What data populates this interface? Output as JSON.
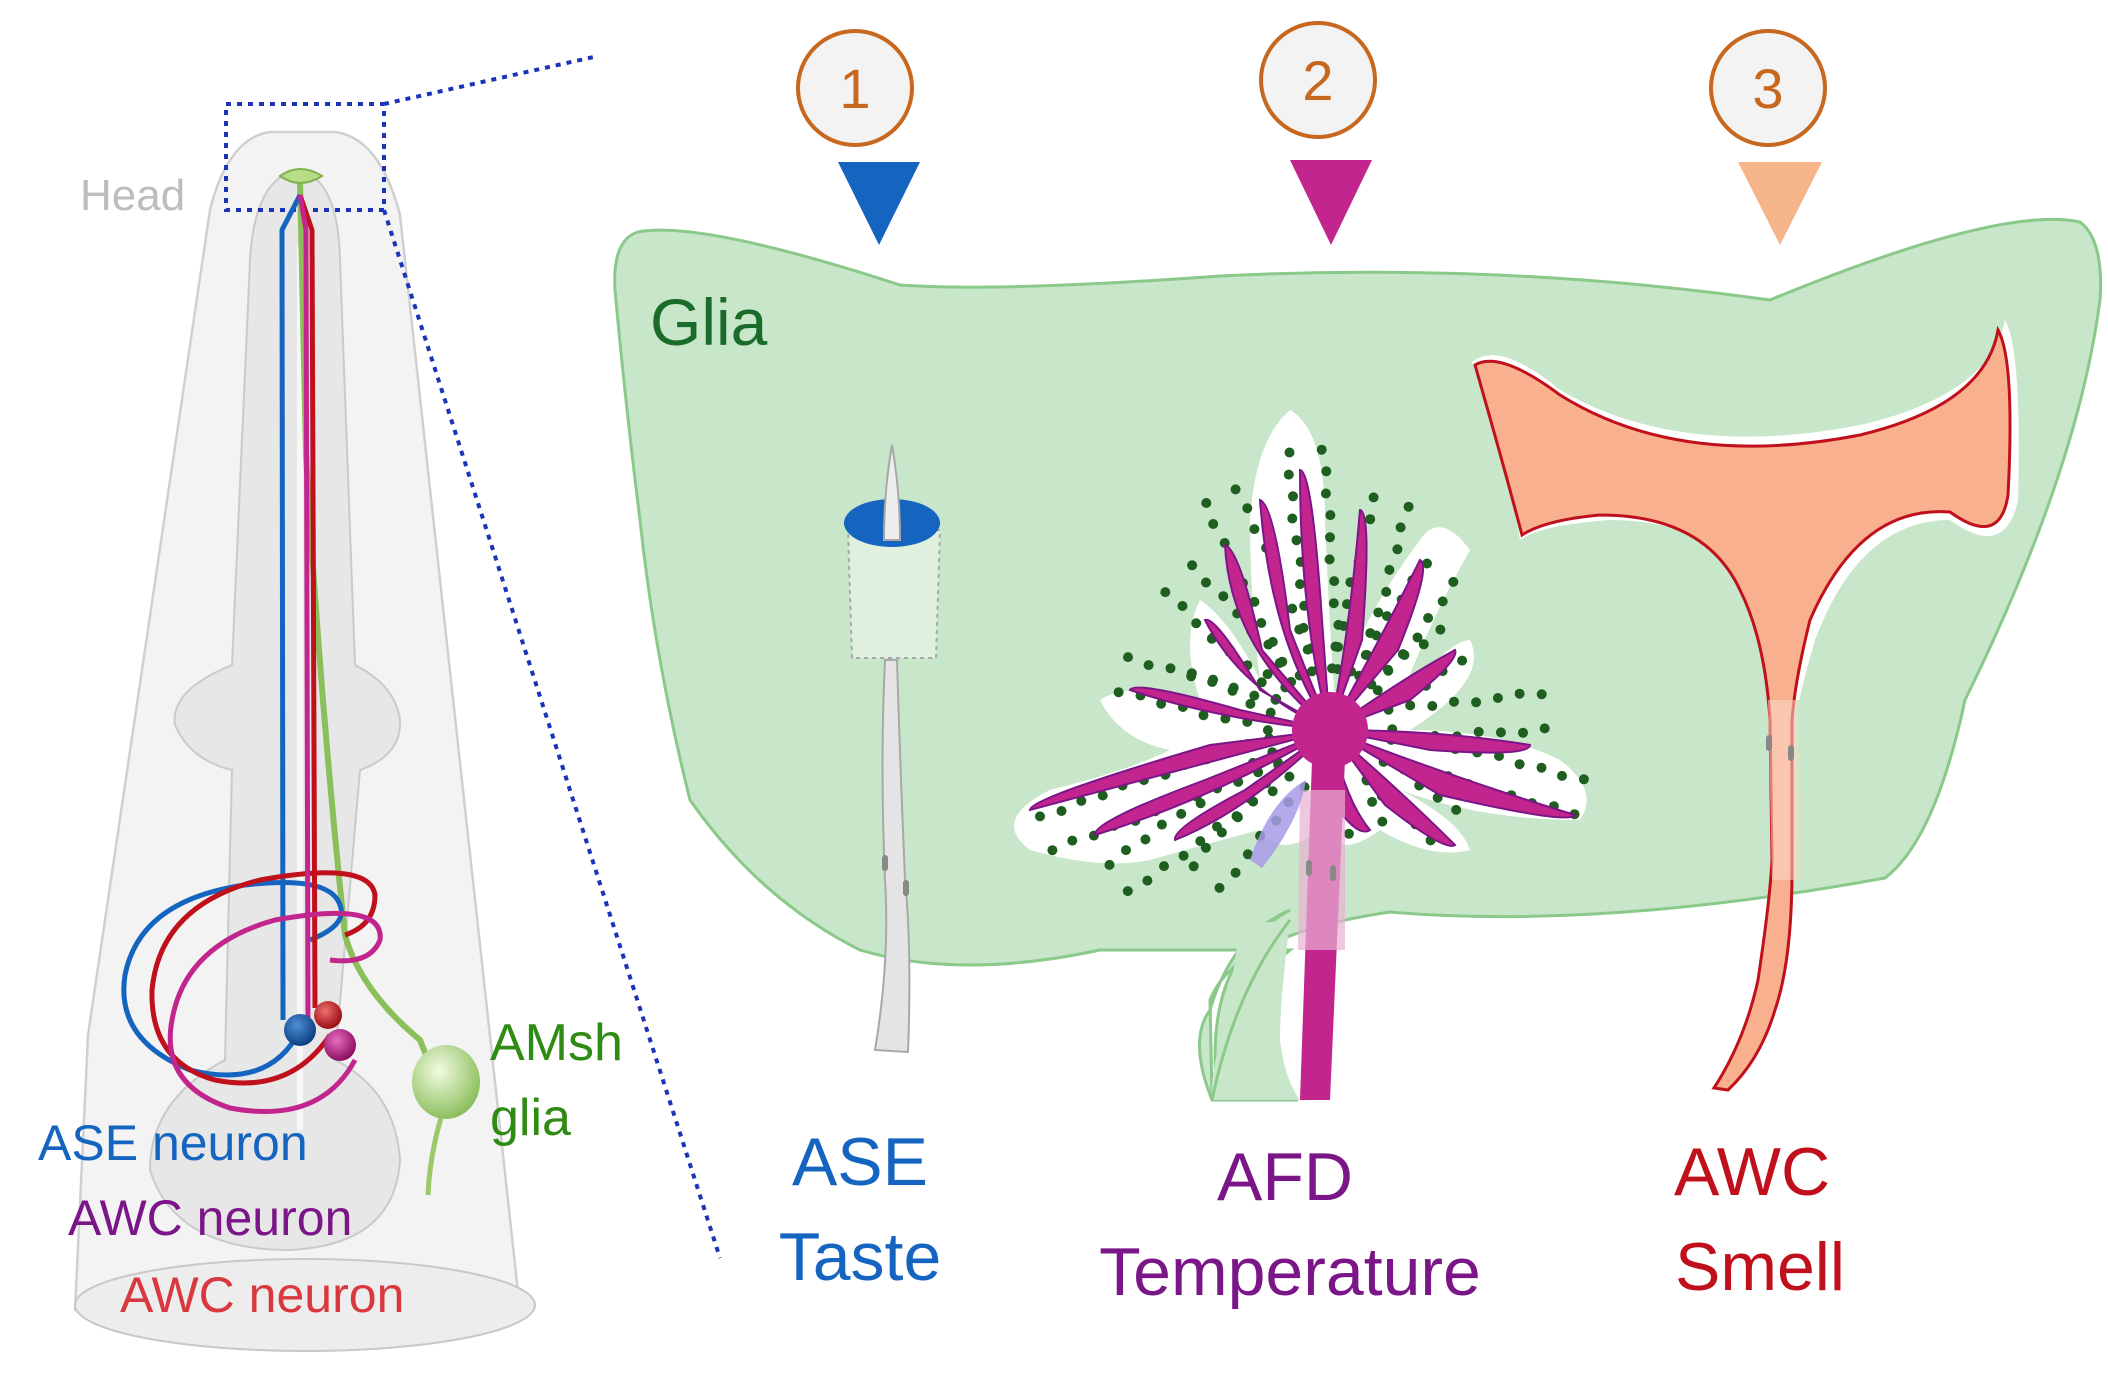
{
  "colors": {
    "ase": "#1565C0",
    "afd": "#C2268E",
    "awc_red": "#C0101C",
    "awc_purple": "#7B1688",
    "glia_fill": "#C8E6C9",
    "glia_stroke": "#8BC98A",
    "glia_text": "#1B6B2A",
    "amsh_text": "#2E8B14",
    "head_label": "#BDBDBD",
    "badge_ring": "#C8671E",
    "awc_fill": "#F9B08E",
    "triangle_3": "#F6B48A",
    "dots": "#1E5E1E",
    "dotted_line": "#1A33B8"
  },
  "left_panel": {
    "head_label": "Head",
    "amsh_label_line1": "AMsh",
    "amsh_label_line2": "glia",
    "ase_label": "ASE neuron",
    "awc_label_purple": "AWC neuron",
    "awc_label_red": "AWC neuron"
  },
  "right_panel": {
    "glia_label": "Glia",
    "badges": [
      "1",
      "2",
      "3"
    ],
    "ase": {
      "name": "ASE",
      "function": "Taste"
    },
    "afd": {
      "name": "AFD",
      "function": "Temperature"
    },
    "awc": {
      "name": "AWC",
      "function": "Smell"
    }
  }
}
